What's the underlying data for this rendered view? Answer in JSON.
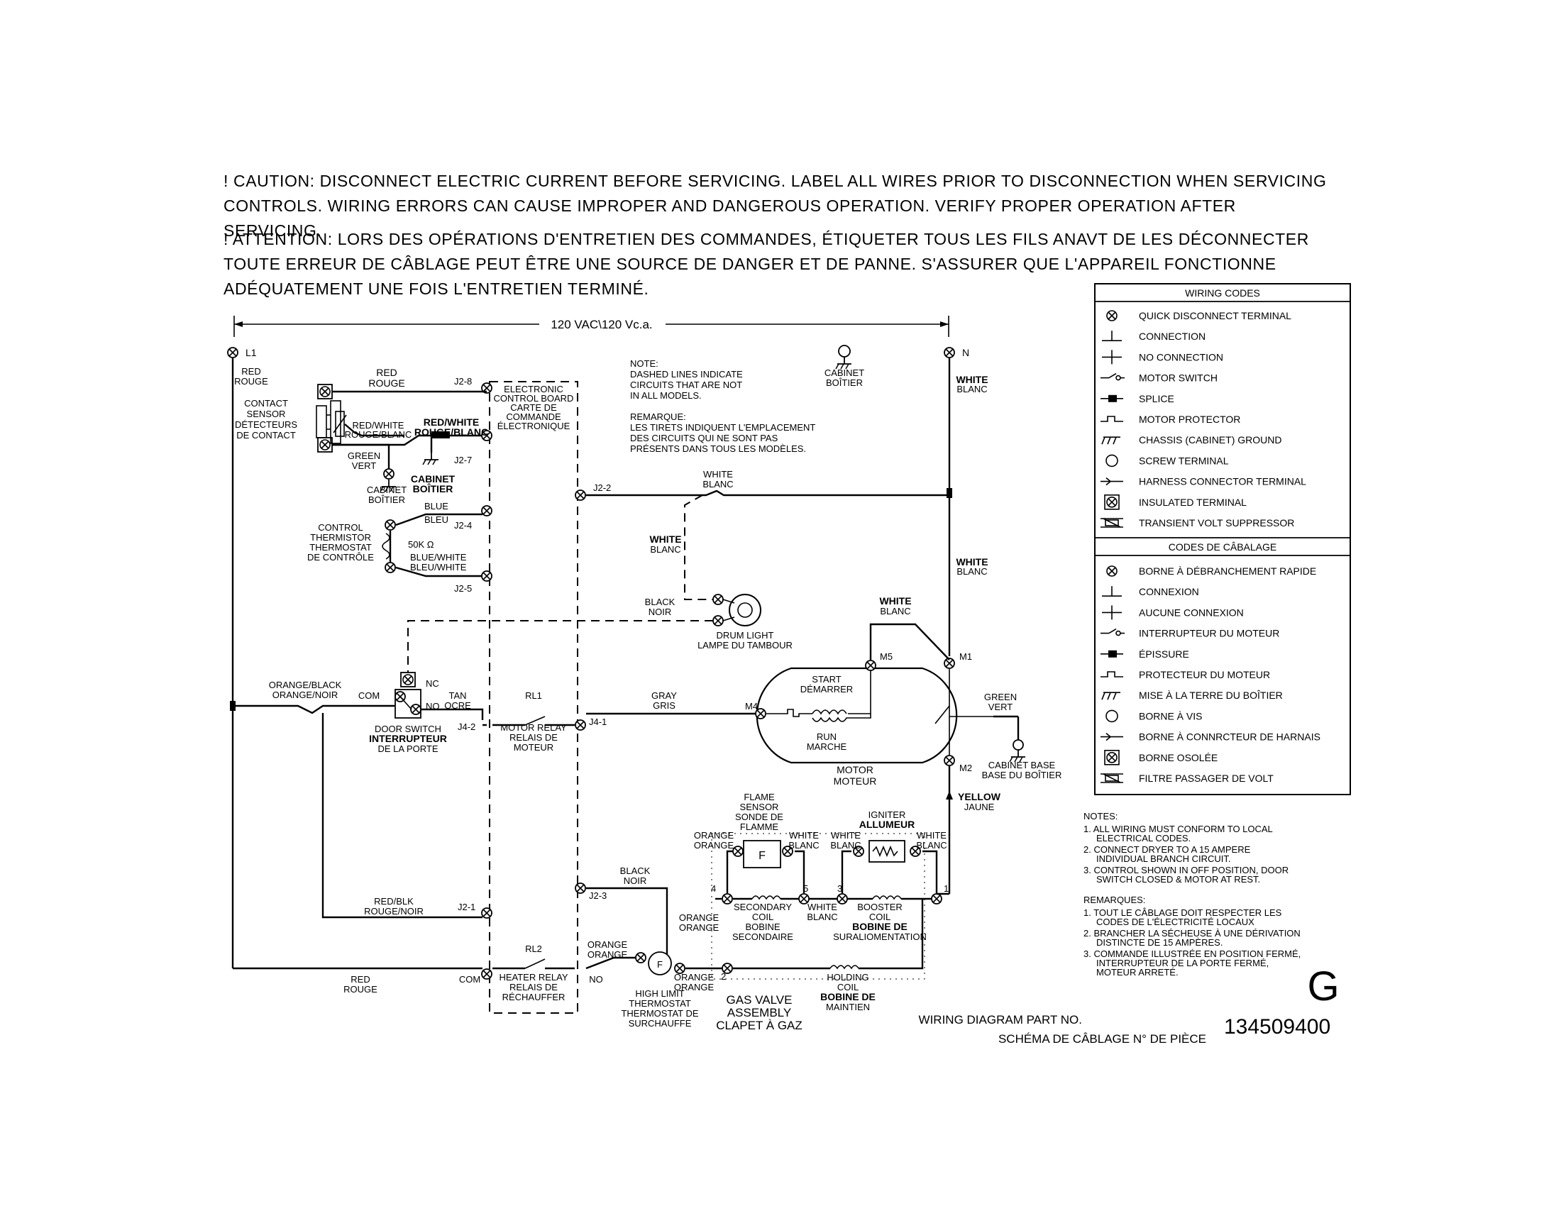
{
  "warnings": {
    "caution_en_1": "! CAUTION: DISCONNECT ELECTRIC CURRENT BEFORE SERVICING. LABEL ALL WIRES PRIOR TO DISCONNECTION WHEN SERVICING",
    "caution_en_2": "CONTROLS. WIRING ERRORS CAN CAUSE IMPROPER AND DANGEROUS OPERATION. VERIFY PROPER OPERATION AFTER SERVICING.",
    "caution_fr_1": "! ATTENTION: LORS DES OPÉRATIONS D'ENTRETIEN DES COMMANDES, ÉTIQUETER TOUS LES FILS ANAVT DE LES DÉCONNECTER",
    "caution_fr_2": "TOUTE ERREUR DE CÂBLAGE PEUT ÊTRE UNE SOURCE DE DANGER ET DE PANNE. S'ASSURER QUE L'APPAREIL FONCTIONNE",
    "caution_fr_3": "ADÉQUATEMENT UNE FOIS L'ENTRETIEN TERMINÉ."
  },
  "supply": {
    "voltage": "120 VAC\\120 Vc.a.",
    "l1": "L1",
    "n": "N"
  },
  "note_en": [
    "NOTE:",
    "DASHED LINES INDICATE",
    "CIRCUITS THAT ARE NOT",
    "IN ALL MODELS."
  ],
  "note_fr": [
    "REMARQUE:",
    "LES TIRETS INDIQUENT L'EMPLACEMENT",
    "DES CIRCUITS QUI NE SONT PAS",
    "PRÉSENTS DANS TOUS LES MODÈLES."
  ],
  "components": {
    "board": [
      "ELECTRONIC",
      "CONTROL BOARD",
      "CARTE DE",
      "COMMANDE",
      "ÉLECTRONIQUE"
    ],
    "contact_sensor": [
      "CONTACT",
      "SENSOR",
      "DÉTECTEURS",
      "DE CONTACT"
    ],
    "thermistor": [
      "CONTROL",
      "THERMISTOR",
      "THERMOSTAT",
      "DE CONTRÔLE"
    ],
    "thermistor_value": "50K Ω",
    "drum_light": [
      "DRUM LIGHT",
      "LAMPE DU TAMBOUR"
    ],
    "door_switch": [
      "DOOR SWITCH",
      "INTERRUPTEUR",
      "DE LA PORTE"
    ],
    "motor_relay": [
      "MOTOR RELAY",
      "RELAIS DE",
      "MOTEUR"
    ],
    "heater_relay": [
      "HEATER RELAY",
      "RELAIS DE",
      "RÉCHAUFFER"
    ],
    "motor": [
      "MOTOR",
      "MOTEUR"
    ],
    "start": [
      "START",
      "DÉMARRER"
    ],
    "run": [
      "RUN",
      "MARCHE"
    ],
    "flame_sensor": [
      "FLAME",
      "SENSOR",
      "SONDE DE",
      "FLAMME"
    ],
    "igniter": [
      "IGNITER",
      "ALLUMEUR"
    ],
    "secondary_coil": [
      "SECONDARY",
      "COIL",
      "BOBINE",
      "SECONDAIRE"
    ],
    "booster_coil": [
      "BOOSTER",
      "COIL",
      "BOBINE DE",
      "SURALIOMENTATION"
    ],
    "holding_coil": [
      "HOLDING",
      "COIL",
      "BOBINE DE",
      "MAINTIEN"
    ],
    "high_limit": [
      "HIGH LIMIT",
      "THERMOSTAT",
      "THERMOSTAT DE",
      "SURCHAUFFE"
    ],
    "gas_valve": [
      "GAS VALVE",
      "ASSEMBLY",
      "CLAPET À GAZ"
    ],
    "cabinet_top": [
      "CABINET",
      "BOÎTIER"
    ],
    "cabinet_base": [
      "CABINET BASE",
      "BASE DU BOÎTIER"
    ],
    "cabinet_a": [
      "CABINET",
      "BOÎTIER"
    ],
    "cabinet_b": [
      "CABINET",
      "BOÎTIER"
    ]
  },
  "pins": {
    "j2_8": "J2-8",
    "j2_7": "J2-7",
    "j2_4": "J2-4",
    "j2_5": "J2-5",
    "j2_2": "J2-2",
    "j4_2": "J4-2",
    "j4_1": "J4-1",
    "j2_1": "J2-1",
    "j2_3": "J2-3",
    "rl1": "RL1",
    "rl2": "RL2",
    "com": "COM",
    "no": "NO",
    "nc": "NC",
    "m1": "M1",
    "m2": "M2",
    "m4": "M4",
    "m5": "M5",
    "t1": "1",
    "t2": "2",
    "t3": "3",
    "t4": "4",
    "t5": "5"
  },
  "wires": {
    "red_rouge": [
      "RED",
      "ROUGE"
    ],
    "red_white": [
      "RED/WHITE",
      "ROUGE/BLANC"
    ],
    "green_vert": [
      "GREEN",
      "VERT"
    ],
    "blue_bleu": [
      "BLUE",
      "BLEU"
    ],
    "blue_white": [
      "BLUE/WHITE",
      "BLEU/WHITE"
    ],
    "white_blanc": [
      "WHITE",
      "BLANC"
    ],
    "black_noir": [
      "BLACK",
      "NOIR"
    ],
    "orange_black": [
      "ORANGE/BLACK",
      "ORANGE/NOIR"
    ],
    "tan_ocre": [
      "TAN",
      "OCRE"
    ],
    "gray_gris": [
      "GRAY",
      "GRIS"
    ],
    "red_blk": [
      "RED/BLK",
      "ROUGE/NOIR"
    ],
    "orange_orange": [
      "ORANGE",
      "ORANGE"
    ],
    "yellow_jaune": [
      "YELLOW",
      "JAUNE"
    ]
  },
  "wiring_codes": {
    "title_en": "WIRING CODES",
    "items_en": [
      "QUICK DISCONNECT TERMINAL",
      "CONNECTION",
      "NO CONNECTION",
      "MOTOR SWITCH",
      "SPLICE",
      "MOTOR PROTECTOR",
      "CHASSIS (CABINET) GROUND",
      "SCREW TERMINAL",
      "HARNESS CONNECTOR TERMINAL",
      "INSULATED TERMINAL",
      "TRANSIENT VOLT SUPPRESSOR"
    ],
    "title_fr": "CODES DE CÂBALAGE",
    "items_fr": [
      "BORNE À DÉBRANCHEMENT RAPIDE",
      "CONNEXION",
      "AUCUNE CONNEXION",
      "INTERRUPTEUR DU MOTEUR",
      "ÉPISSURE",
      "PROTECTEUR DU MOTEUR",
      "MISE À LA TERRE DU BOÎTIER",
      "BORNE À VIS",
      "BORNE À CONNRCTEUR DE HARNAIS",
      "BORNE OSOLÉE",
      "FILTRE PASSAGER DE VOLT"
    ],
    "icons": [
      "quick-disconnect-icon",
      "connection-icon",
      "no-connection-icon",
      "motor-switch-icon",
      "splice-icon",
      "motor-protector-icon",
      "ground-icon",
      "screw-terminal-icon",
      "harness-connector-icon",
      "insulated-terminal-icon",
      "volt-suppressor-icon"
    ]
  },
  "notes": {
    "title": "NOTES:",
    "lines": [
      "1. ALL WIRING MUST CONFORM TO LOCAL",
      "ELECTRICAL CODES.",
      "2. CONNECT DRYER TO A 15 AMPERE",
      "INDIVIDUAL BRANCH CIRCUIT.",
      "3. CONTROL SHOWN IN OFF POSITION, DOOR",
      "SWITCH CLOSED & MOTOR AT REST."
    ]
  },
  "remarques": {
    "title": "REMARQUES:",
    "lines": [
      "1. TOUT LE CÂBLAGE DOIT RESPECTER LES",
      "CODES DE L'ÉLECTRICITÉ LOCAUX",
      "2. BRANCHER LA SÉCHEUSE À UNE DÉRIVATION",
      "DISTINCTE DE 15 AMPÈRES.",
      "3. COMMANDE ILLUSTRÉE EN POSITION FERMÉ,",
      "INTERRUPTEUR DE LA PORTE FERMÉ,",
      "MOTEUR ARRETÉ."
    ]
  },
  "footer": {
    "revision": "G",
    "label_en": "WIRING DIAGRAM PART NO.",
    "label_fr": "SCHÉMA DE CÂBLAGE N° DE PIÈCE",
    "part_no": "134509400"
  }
}
